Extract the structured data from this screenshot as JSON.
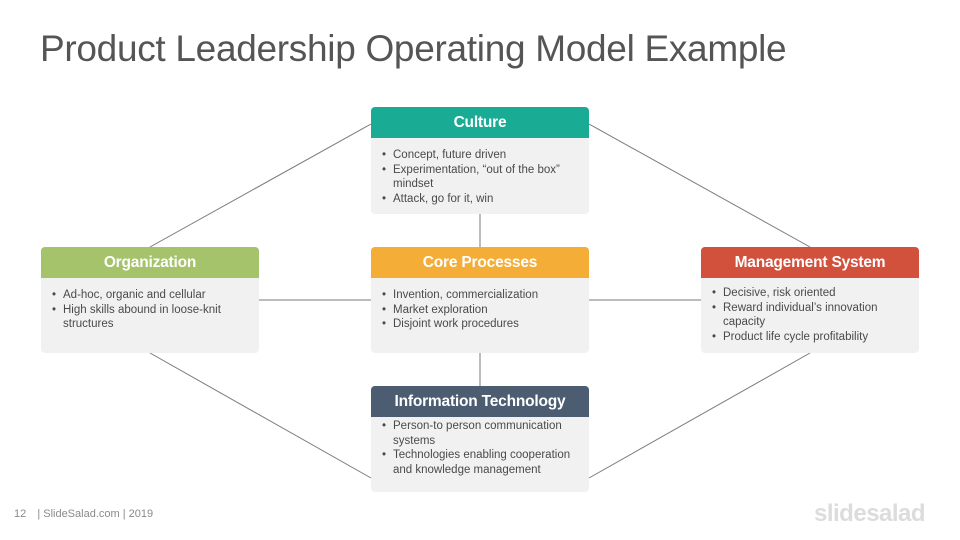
{
  "title": "Product Leadership Operating Model Example",
  "colors": {
    "culture": "#1aab94",
    "organization": "#a4c36b",
    "core": "#f4ad36",
    "management": "#d2513d",
    "it": "#4c5d72",
    "card_bg": "#f1f1f1"
  },
  "cards": {
    "culture": {
      "title": "Culture",
      "items": [
        "Concept, future driven",
        "Experimentation, “out of the box” mindset",
        "Attack, go for it, win"
      ]
    },
    "organization": {
      "title": "Organization",
      "items": [
        "Ad-hoc, organic and cellular",
        "High skills abound in loose-knit structures"
      ]
    },
    "core": {
      "title": "Core Processes",
      "items": [
        "Invention, commercialization",
        "Market exploration",
        "Disjoint work procedures"
      ]
    },
    "management": {
      "title": "Management System",
      "items": [
        "Decisive, risk oriented",
        "Reward individual’s innovation capacity",
        "Product life cycle profitability"
      ]
    },
    "it": {
      "title": "Information Technology",
      "items": [
        "Person-to person communication systems",
        "Technologies enabling cooperation and knowledge management"
      ]
    }
  },
  "footer": {
    "page_number": "12",
    "credit": "| SlideSalad.com | 2019"
  },
  "logo": {
    "text": "slidesalad"
  }
}
